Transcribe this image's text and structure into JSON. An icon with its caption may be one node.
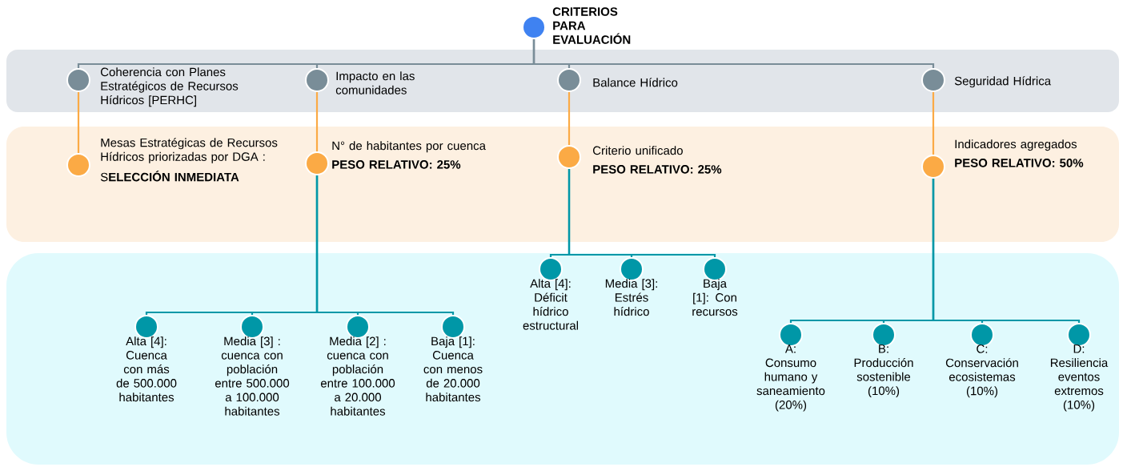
{
  "diagram": {
    "nodes": [
      {
        "text": [
          "CRITERIOS PARA EVALUACIÓN"
        ]
      },
      {
        "text": [
          "Coherencia con Planes Estratégicos de Recursos Hídricos [PERHC]"
        ]
      },
      {
        "text": [
          "Impacto en las comunidades"
        ]
      },
      {
        "text": [
          "Balance Hídrico"
        ]
      },
      {
        "text": [
          "Seguridad Hídrica"
        ]
      },
      {
        "text": [
          "Mesas Estratégicas de Recursos Hídricos priorizadas por DGA :",
          "S**ELECCIÓN INMEDIATA**"
        ]
      },
      {
        "text": [
          "N° de habitantes por cuenca",
          "PESO RELATIVO: 25%"
        ]
      },
      {
        "text": [
          "Criterio unificado",
          "PESO RELATIVO: 25%"
        ]
      },
      {
        "text": [
          "Indicadores agregados",
          "PESO RELATIVO: 50%"
        ]
      },
      {
        "text": [
          "Alta [4]: Cuenca con más de 500.000 habitantes"
        ]
      },
      {
        "text": [
          "Media [3] : cuenca con población entre 500.000 a 100.000 habitantes"
        ]
      },
      {
        "text": [
          "Media [2] : cuenca con población entre 100.000 a 20.000 habitantes"
        ]
      },
      {
        "text": [
          "Baja [1]: Cuenca con menos de 20.000 habitantes"
        ]
      },
      {
        "text": [
          "Alta [4]: Déficit hídrico estructural"
        ]
      },
      {
        "text": [
          "Media [3]: Estrés hídrico"
        ]
      },
      {
        "text": [
          "Baja [1]: Con recursos"
        ]
      },
      {
        "text": [
          "A:",
          "Consumo humano y saneamiento (20%)"
        ]
      },
      {
        "text": [
          "B:",
          "Producción sostenible (10%)"
        ]
      },
      {
        "text": [
          "C:",
          "Conservación ecosistemas (10%)"
        ]
      },
      {
        "text": [
          "D:",
          "Resiliencia eventos extremos (10%)"
        ]
      }
    ],
    "edges": [
      {
        "from": 0,
        "to": 1,
        "arrow": "none",
        "color": "#798d98"
      },
      {
        "from": 0,
        "to": 2,
        "arrow": "none",
        "color": "#798d98"
      },
      {
        "from": 0,
        "to": 3,
        "arrow": "none",
        "color": "#798d98"
      },
      {
        "from": 0,
        "to": 4,
        "arrow": "none",
        "color": "#798d98"
      },
      {
        "from": 1,
        "to": 5,
        "arrow": "none",
        "color": "#fbaa45"
      },
      {
        "from": 2,
        "to": 6,
        "arrow": "none",
        "color": "#fbaa45"
      },
      {
        "from": 3,
        "to": 7,
        "arrow": "none",
        "color": "#fbaa45"
      },
      {
        "from": 4,
        "to": 8,
        "arrow": "none",
        "color": "#fbaa45"
      },
      {
        "from": 6,
        "to": 9,
        "arrow": "none"
      },
      {
        "from": 6,
        "to": 10,
        "arrow": "none"
      },
      {
        "from": 6,
        "to": 11,
        "arrow": "none"
      },
      {
        "from": 6,
        "to": 12,
        "arrow": "none"
      },
      {
        "from": 7,
        "to": 13,
        "arrow": "none"
      },
      {
        "from": 7,
        "to": 14,
        "arrow": "none"
      },
      {
        "from": 7,
        "to": 15,
        "arrow": "none"
      },
      {
        "from": 8,
        "to": 16,
        "arrow": "none"
      },
      {
        "from": 8,
        "to": 17,
        "arrow": "none"
      },
      {
        "from": 8,
        "to": 18,
        "arrow": "none"
      },
      {
        "from": 8,
        "to": 19,
        "arrow": "none"
      }
    ]
  }
}
